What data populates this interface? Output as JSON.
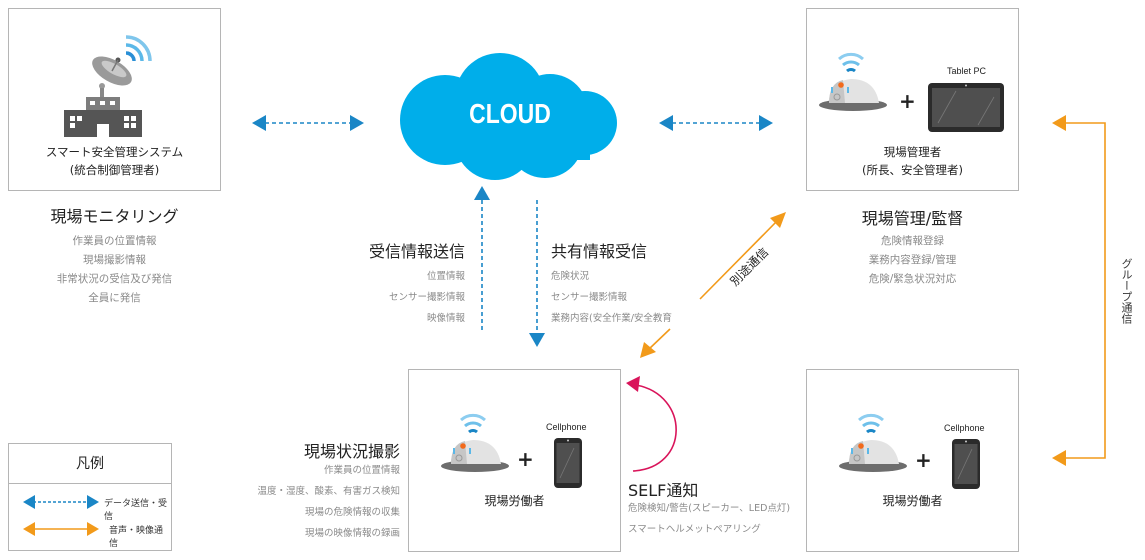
{
  "colors": {
    "data_arrow": "#1a86c6",
    "voice_arrow": "#f29a1a",
    "cloud": "#00aeea",
    "self_arrow": "#d9145a",
    "box_border": "#b5b5b5",
    "sub_text": "#8a8a8a"
  },
  "monitoring": {
    "icon": "satellite-building-icon",
    "caption_line1": "スマート安全管理システム",
    "caption_line2": "(統合制御管理者)",
    "title": "現場モニタリング",
    "items": [
      "作業員の位置情報",
      "現場撮影情報",
      "非常状況の受信及び発信",
      "全員に発信"
    ]
  },
  "cloud": {
    "label": "CLOUD",
    "icon": "cloud-icon"
  },
  "uplink": {
    "title": "受信情報送信",
    "items": [
      "位置情報",
      "センサー撮影情報",
      "映像情報"
    ]
  },
  "downlink": {
    "title": "共有情報受信",
    "items": [
      "危険状況",
      "センサー撮影情報",
      "業務内容(安全作業/安全教育"
    ]
  },
  "manager": {
    "device_label": "Tablet PC",
    "caption_line1": "現場管理者",
    "caption_line2": "(所長、安全管理者)",
    "title": "現場管理/監督",
    "items": [
      "危険情報登録",
      "業務内容登録/管理",
      "危険/緊急状況対応"
    ],
    "plus": "+"
  },
  "separate_comm": {
    "label": "別途通信"
  },
  "group_comm": {
    "label": "グループ通信"
  },
  "worker_center": {
    "device_label": "Cellphone",
    "caption": "現場労働者",
    "plus": "+"
  },
  "worker_right": {
    "device_label": "Cellphone",
    "caption": "現場労働者",
    "plus": "+"
  },
  "site_capture": {
    "title": "現場状況撮影",
    "items": [
      "作業員の位置情報",
      "温度・湿度、酸素、有害ガス検知",
      "現場の危険情報の収集",
      "現場の映像情報の録画"
    ]
  },
  "self_notify": {
    "title": "SELF通知",
    "items": [
      "危険検知/警告(スピーカー、LED点灯)",
      "スマートヘルメットペアリング"
    ]
  },
  "legend": {
    "title": "凡例",
    "items": [
      {
        "label": "データ送信・受信",
        "style": "dashed-blue"
      },
      {
        "label": "音声・映像通信",
        "style": "solid-orange"
      }
    ]
  }
}
